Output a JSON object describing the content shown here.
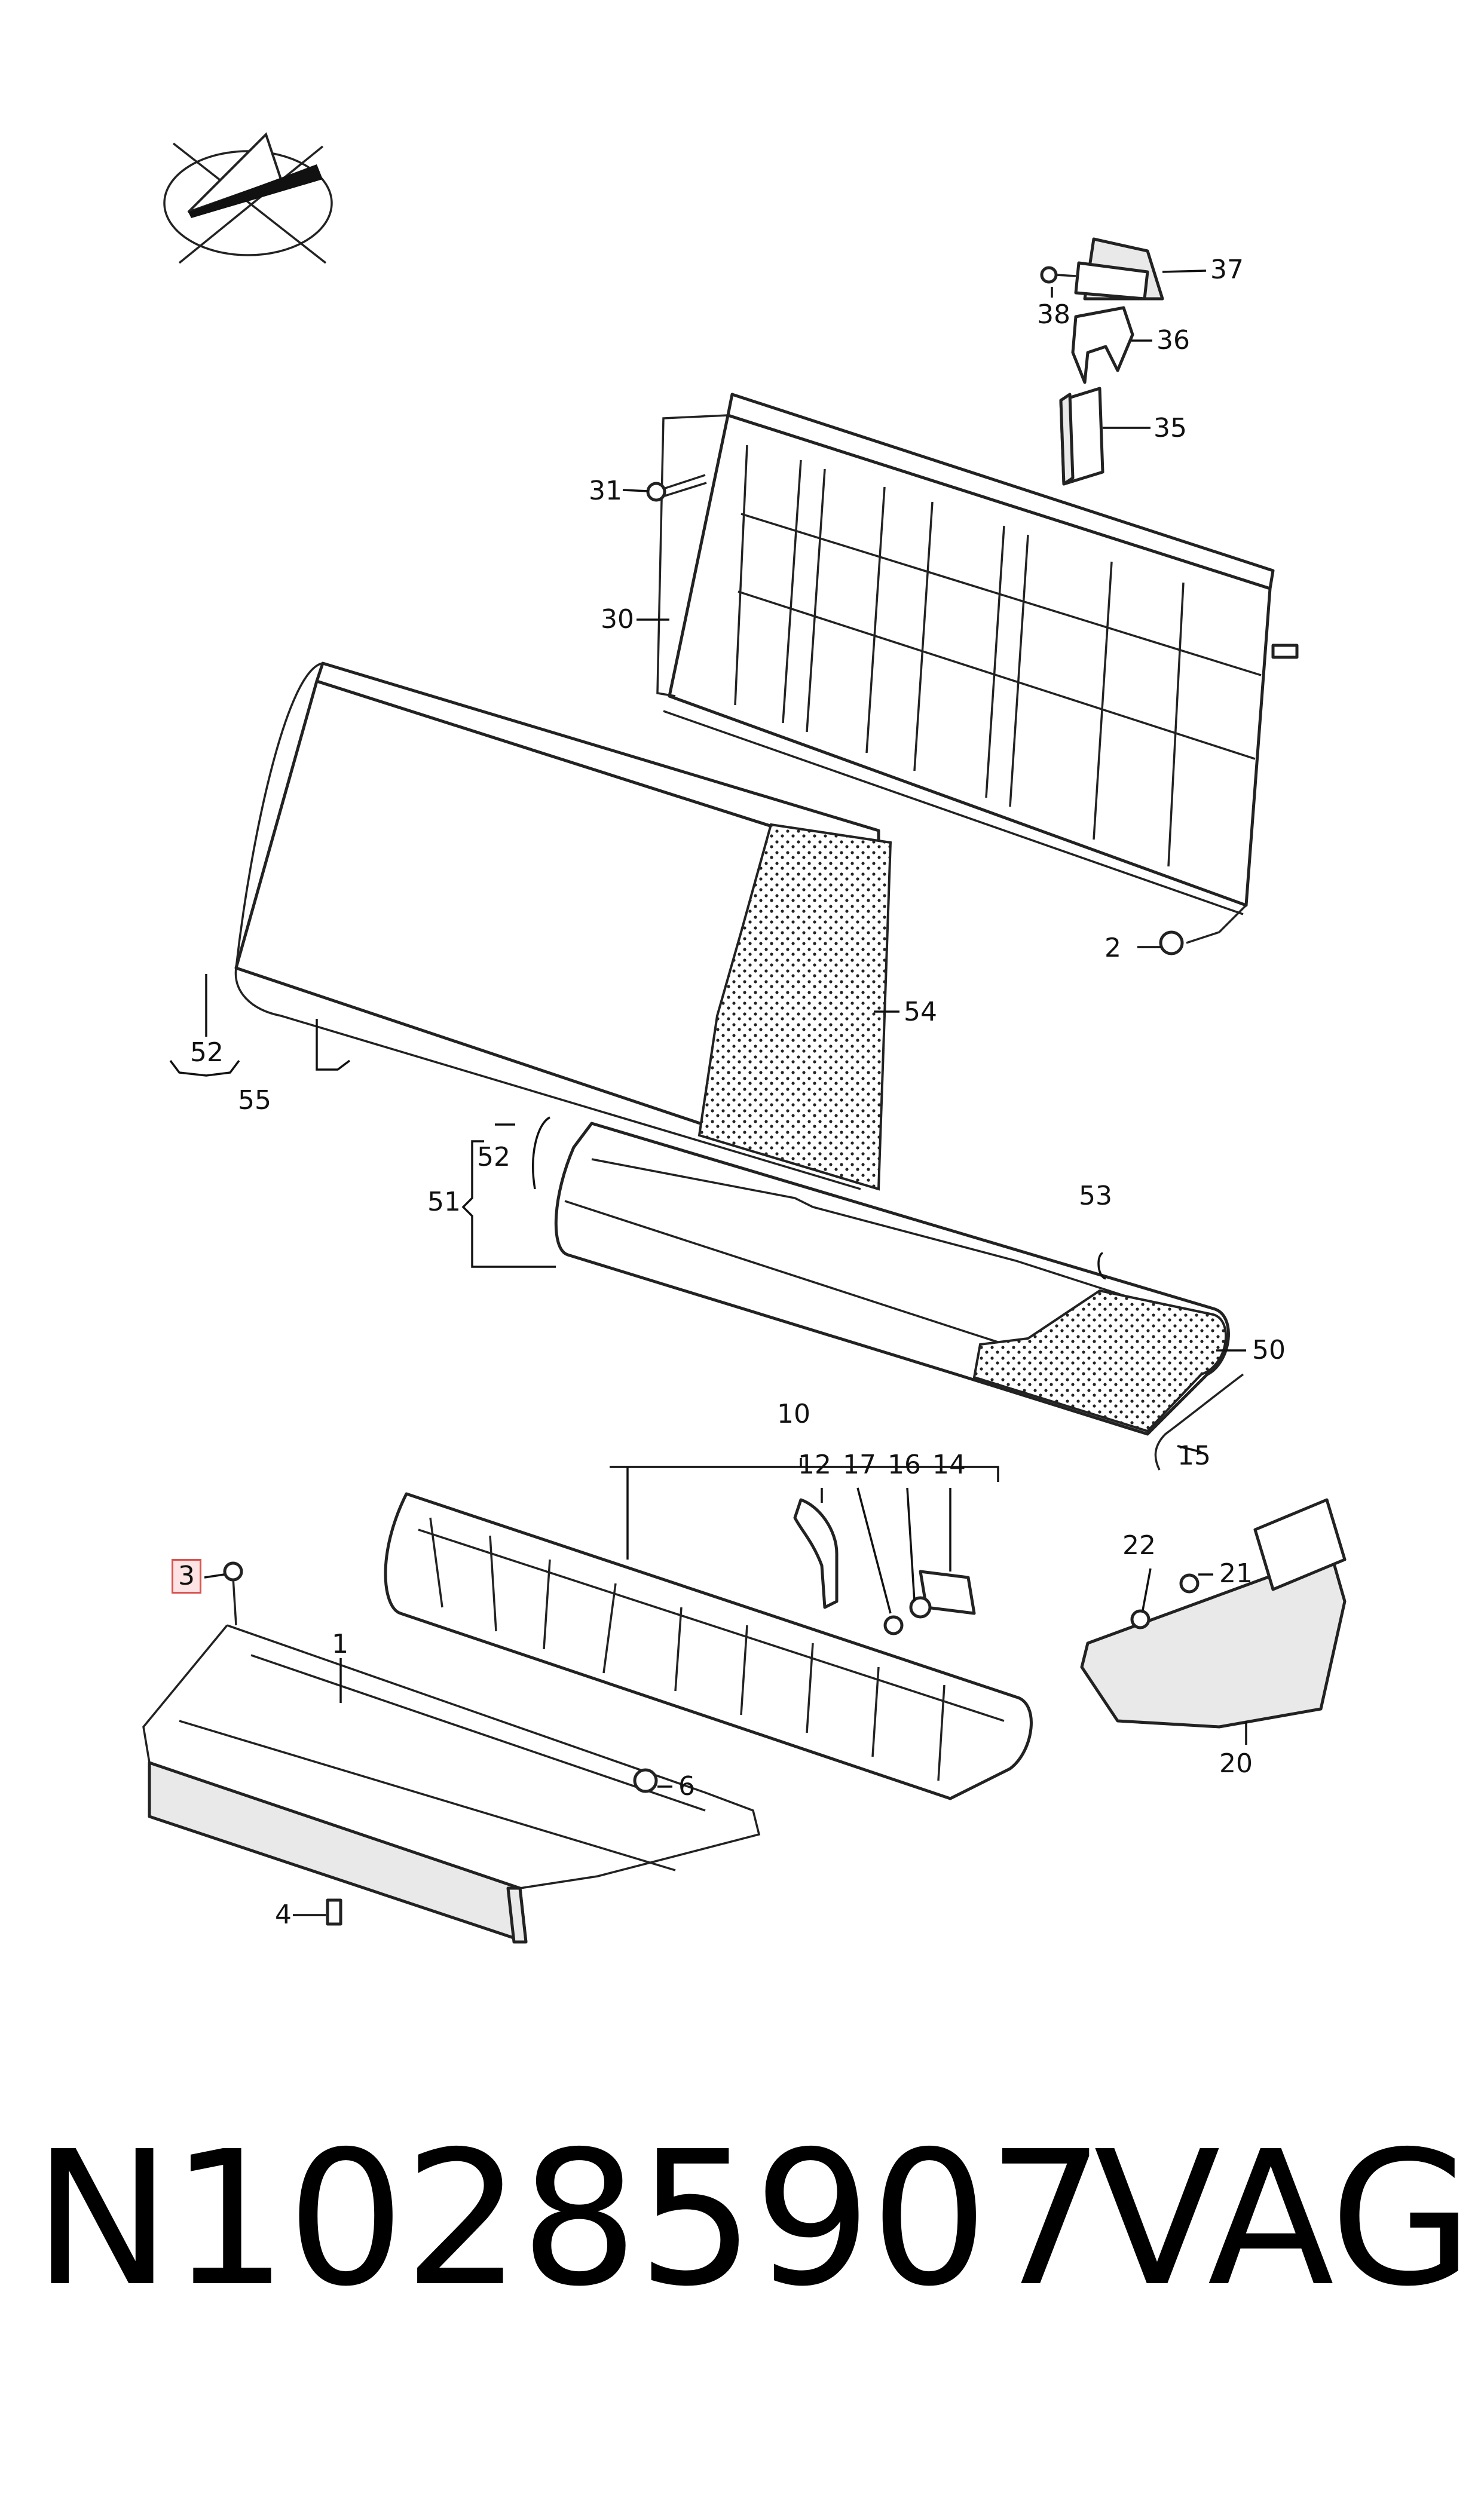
{
  "callouts": {
    "c1": "1",
    "c2": "2",
    "c3": "3",
    "c4": "4",
    "c6": "6",
    "c10": "10",
    "c12": "12",
    "c14": "14",
    "c15": "15",
    "c16": "16",
    "c17": "17",
    "c20": "20",
    "c21": "21",
    "c22": "22",
    "c30": "30",
    "c31": "31",
    "c35": "35",
    "c36": "36",
    "c37": "37",
    "c38": "38",
    "c50": "50",
    "c51": "51",
    "c52a": "52",
    "c52b": "52",
    "c53": "53",
    "c54": "54",
    "c55": "55"
  },
  "highlighted_callout": "3",
  "footer": {
    "part_number": "N10285907",
    "brand": "VAG"
  },
  "colors": {
    "highlight_fill": "#fde3e3",
    "highlight_border": "#d9534f",
    "line": "#222222"
  }
}
